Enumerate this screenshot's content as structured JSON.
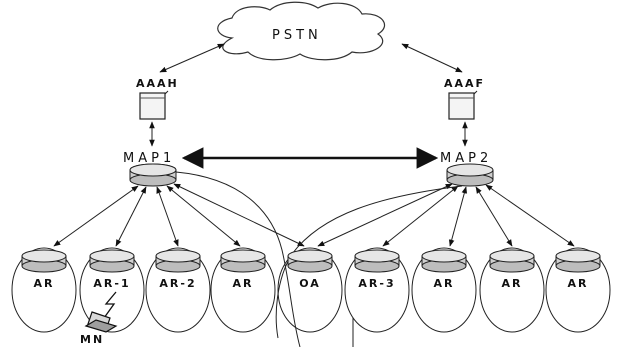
{
  "cloud": {
    "label": "PSTN"
  },
  "servers": {
    "home": "AAAH",
    "foreign": "AAAF"
  },
  "maps": {
    "map1": "MAP1",
    "map2": "MAP2"
  },
  "cells": [
    "AR",
    "AR-1",
    "AR-2",
    "AR",
    "OA",
    "AR-3",
    "AR",
    "AR",
    "AR"
  ],
  "mobile_node": "MN"
}
